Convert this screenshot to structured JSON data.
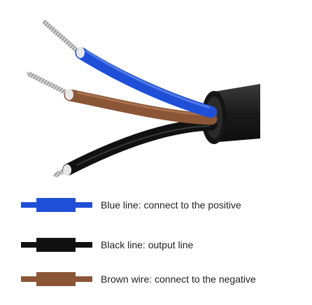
{
  "legend": [
    {
      "id": "blue",
      "label": "Blue line: connect to the positive",
      "color": "#1f4fd6"
    },
    {
      "id": "black",
      "label": "Black line: output line",
      "color": "#111111"
    },
    {
      "id": "brown",
      "label": "Brown wire: connect to the negative",
      "color": "#8a5636"
    }
  ],
  "colors": {
    "sheath": "#1a1a1a",
    "conductor": "#c9c9c9"
  }
}
